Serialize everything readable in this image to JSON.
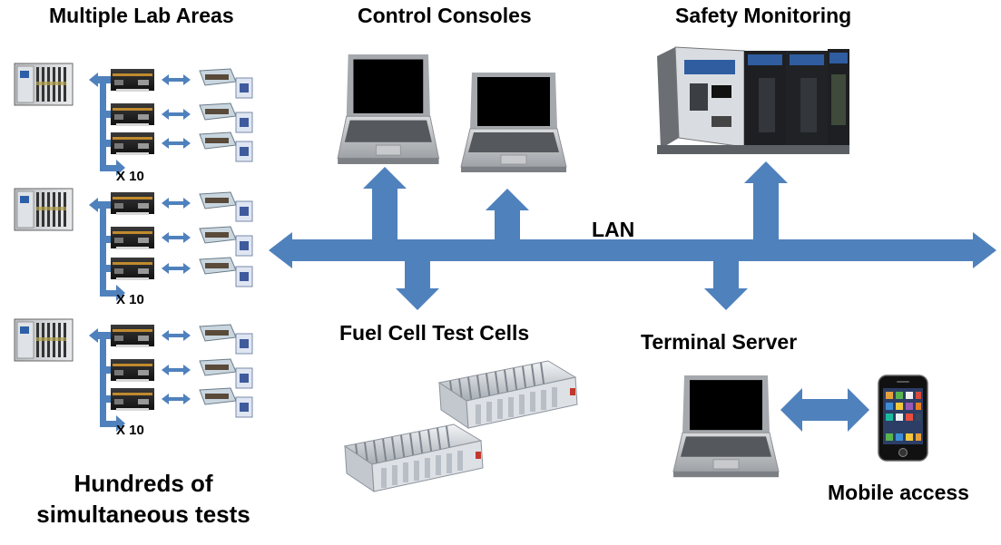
{
  "titles": {
    "lab_areas": "Multiple Lab Areas",
    "control_consoles": "Control Consoles",
    "safety_monitoring": "Safety Monitoring",
    "fuel_cell_test_cells": "Fuel Cell Test Cells",
    "terminal_server": "Terminal Server",
    "mobile_access": "Mobile access"
  },
  "lan_label": "LAN",
  "lab_groups": [
    {
      "multiplier": "X 10"
    },
    {
      "multiplier": "X 10"
    },
    {
      "multiplier": "X 10"
    }
  ],
  "summary": {
    "line1": "Hundreds of",
    "line2": "simultaneous tests"
  },
  "colors": {
    "arrow": "#4f81bd",
    "laptop_body": "#b7b9bc",
    "screen": "#000000",
    "background": "#ffffff"
  },
  "icons": [
    "pxi-chassis-icon",
    "power-supply-icon",
    "fuel-cell-stack-icon",
    "laptop-icon",
    "compactrio-icon",
    "smartphone-icon"
  ]
}
